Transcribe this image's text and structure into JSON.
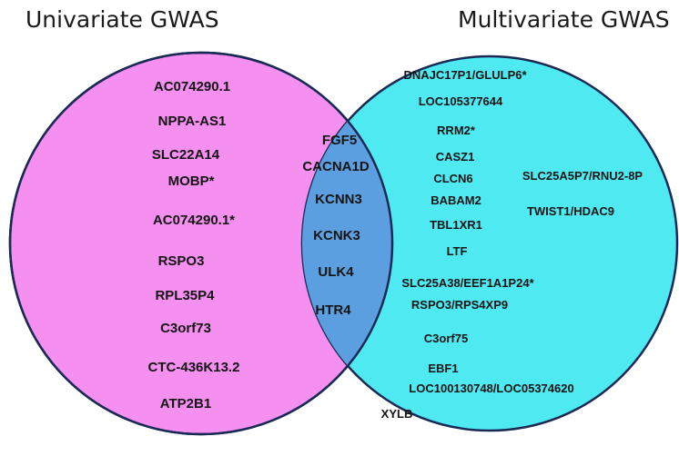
{
  "venn": {
    "sets": [
      {
        "title": "Univariate GWAS",
        "fill": "#f58ff0"
      },
      {
        "title": "Multivariate GWAS",
        "fill": "#4fe9f2"
      }
    ],
    "intersection_fill": "#5b9fe0",
    "outline": "#1a2a55",
    "left_only": [
      "AC074290.1",
      "NPPA-AS1",
      "SLC22A14",
      "MOBP*",
      "AC074290.1*",
      "RSPO3",
      "RPL35P4",
      "C3orf73",
      "CTC-436K13.2",
      "ATP2B1"
    ],
    "both": [
      "FGF5",
      "CACNA1D",
      "KCNN3",
      "KCNK3",
      "ULK4",
      "HTR4"
    ],
    "right_only": [
      "DNAJC17P1/GLULP6*",
      "LOC105377644",
      "RRM2*",
      "CASZ1",
      "CLCN6",
      "BABAM2",
      "TBL1XR1",
      "LTF",
      "SLC25A38/EEF1A1P24*",
      "RSPO3/RPS4XP9",
      "C3orf75",
      "EBF1",
      "LOC100130748/LOC05374620",
      "XYLB",
      "SLC25A5P7/RNU2-8P",
      "TWIST1/HDAC9"
    ]
  }
}
